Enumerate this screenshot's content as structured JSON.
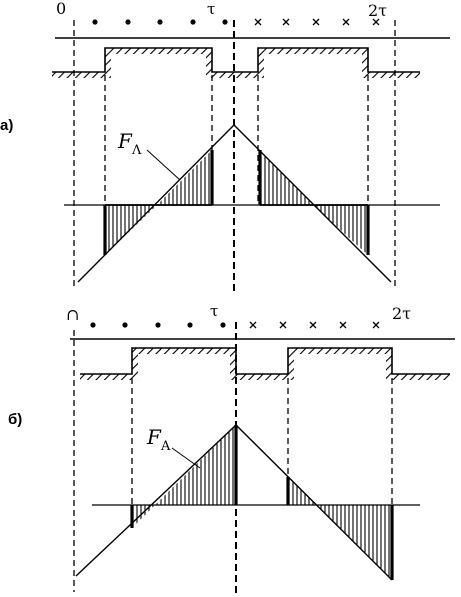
{
  "panels": [
    {
      "label": "а)",
      "axis_zero": "0",
      "tau": "τ",
      "two_tau": "2τ",
      "mmf_label": "F",
      "mmf_sub": "Λ"
    },
    {
      "label": "б)",
      "axis_zero": "∩",
      "tau": "τ",
      "two_tau": "2τ",
      "mmf_label": "F",
      "mmf_sub": "A"
    }
  ],
  "conductor_symbols": {
    "dot": "•",
    "cross": "×"
  }
}
